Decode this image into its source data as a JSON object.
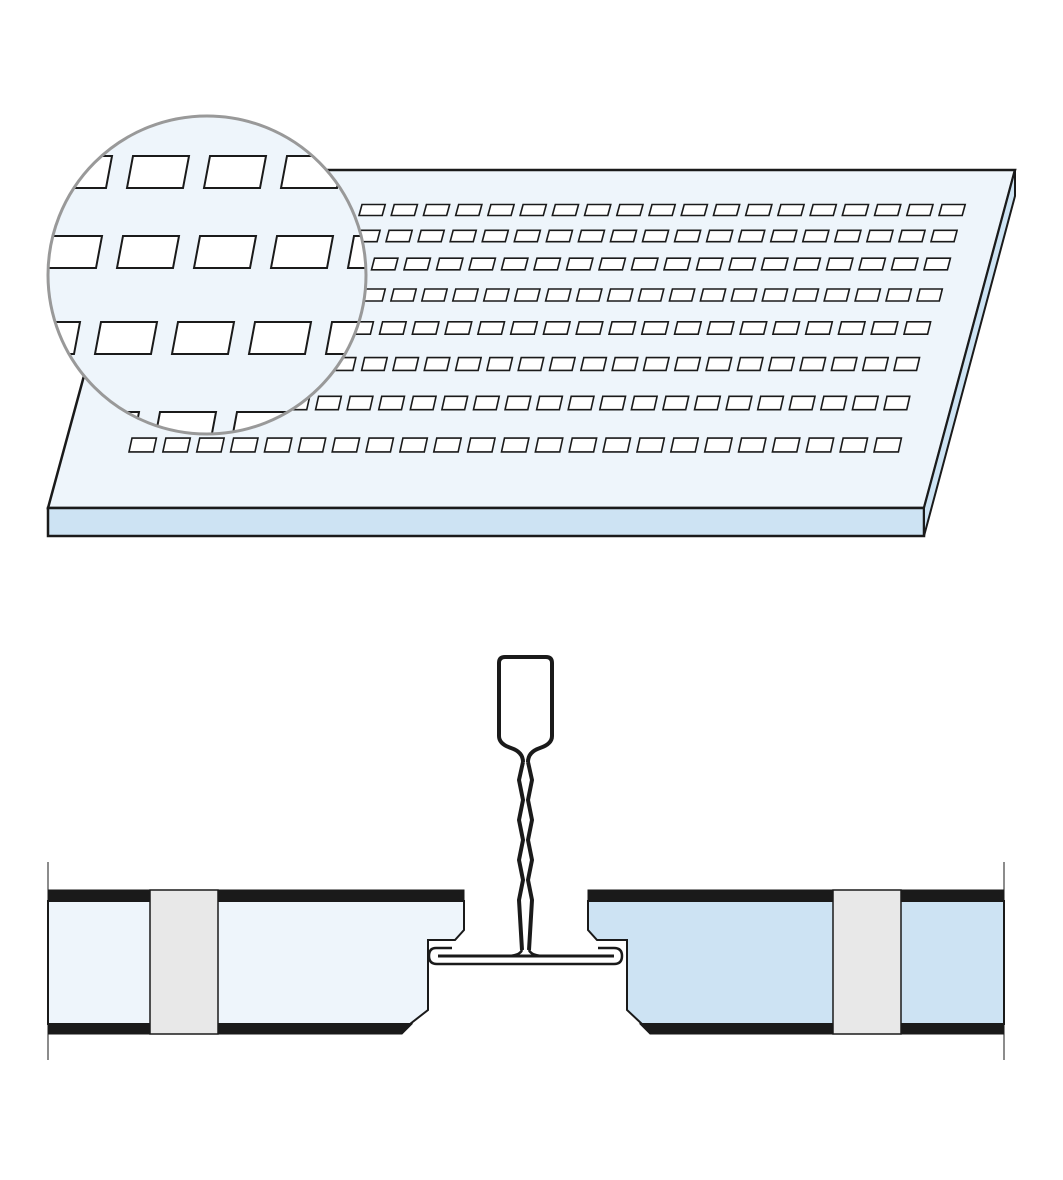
{
  "diagram": {
    "panel_face_color": "#eef5fb",
    "panel_edge_color": "#cde3f3",
    "insert_color": "#e8e8e8",
    "magnifier_stroke": "#999999",
    "line_color": "#1a1a1a",
    "components": [
      "perforated-ceiling-panel",
      "magnifier-detail",
      "section-left-panel",
      "section-right-panel",
      "t-grid-hanger"
    ]
  }
}
